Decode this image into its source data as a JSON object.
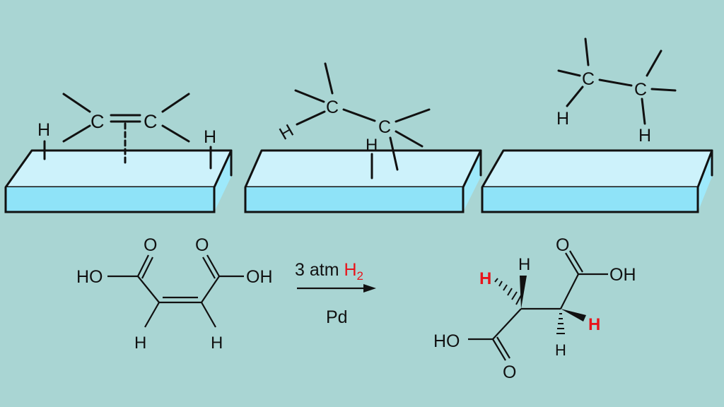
{
  "atoms": {
    "carbon": "C",
    "hydrogen": "H",
    "hydroxyl": "OH",
    "hydroxyl_left": "HO",
    "oxygen": "O"
  },
  "reaction": {
    "conditions_prefix": "3 atm ",
    "reagent": "H",
    "reagent_subscript": "2",
    "catalyst": "Pd"
  },
  "colors": {
    "background": "#a9d5d3",
    "surface_top": "#cdf2fb",
    "surface_front": "#8fe3f8",
    "highlight": "#e8141b"
  }
}
